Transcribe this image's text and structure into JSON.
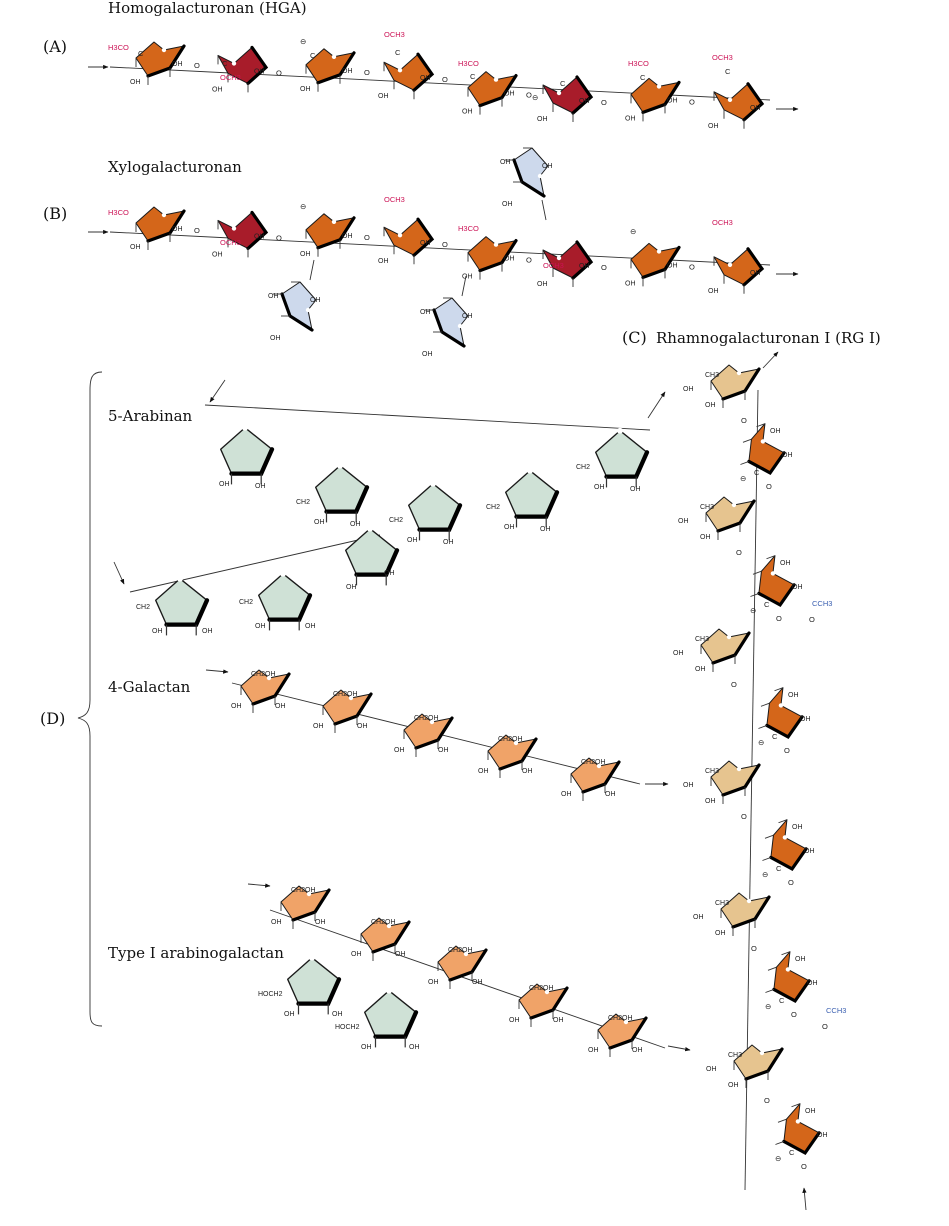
{
  "panels": {
    "A": {
      "letter": "(A)",
      "title": "Homogalacturonan (HGA)"
    },
    "B": {
      "letter": "(B)",
      "title": "Xylogalacturonan"
    },
    "C": {
      "letter": "(C)",
      "title": "Rhamnogalacturonan I (RG I)"
    },
    "D": {
      "letter": "(D)"
    },
    "D1": {
      "title": "5-Arabinan"
    },
    "D2": {
      "title": "4-Galactan"
    },
    "D3": {
      "title": "Type I arabinogalactan"
    }
  },
  "labels": {
    "methyl_ester": "H3CO",
    "methoxy": "OCH3",
    "hydroxyl": "OH",
    "hydroxymethyl": "CH2OH",
    "hoch2": "HOCH2",
    "ch2": "CH2",
    "ch3": "CH3",
    "carbon": "C",
    "oxygen": "O",
    "acetyl": "CCH3",
    "charge": "⊖"
  },
  "colors": {
    "galacturonic_acid": "#d4661a",
    "methylated_galacturonic_acid": "#a81c2a",
    "xylose": "#cdd9ec",
    "arabinose": "#cfe1d6",
    "galactose": "#f0a368",
    "rhamnose": "#e6c48f",
    "methyl_text": "#cc1255",
    "acetyl_text": "#3a5fb0"
  }
}
